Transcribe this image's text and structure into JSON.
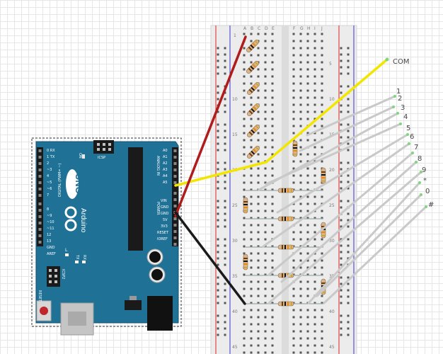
{
  "breadboard": {
    "row_numbers": [
      "1",
      "5",
      "10",
      "15",
      "20",
      "25",
      "30",
      "35",
      "40",
      "45"
    ],
    "col_letters_left": [
      "A",
      "B",
      "C",
      "D",
      "E"
    ],
    "col_letters_right": [
      "F",
      "G",
      "H",
      "I",
      "J"
    ]
  },
  "arduino": {
    "logo_text": "UNO",
    "brand_text": "Arduino",
    "reset_text": "RESET",
    "icsp_text": "ICSP",
    "icsp2_text": "ICSP2",
    "on_text": "ON",
    "tx_text": "TX",
    "rx_text": "RX",
    "l_text": "L",
    "digital_text": "DIGITAL (PWM= ~)",
    "analog_text": "ANALOG IN",
    "power_text": "POWER",
    "aref_text": "AREF",
    "gnd_text": "GND",
    "digital_pins": [
      "0 RX",
      "1 TX",
      "2",
      "~3",
      "4",
      "~5",
      "~6",
      "7",
      "8",
      "~9",
      "~10",
      "~11",
      "12",
      "13"
    ],
    "power_pins": [
      "IOREF",
      "RESET",
      "3V3",
      "5V",
      "GND",
      "GND",
      "VIN"
    ],
    "analog_pins": [
      "A0",
      "A1",
      "A2",
      "A3",
      "A4",
      "A5"
    ]
  },
  "labels": {
    "com": "COM",
    "keys": [
      "1",
      "2",
      "3",
      "4",
      "5",
      "6",
      "7",
      "8",
      "9",
      "*",
      "0",
      "#"
    ]
  },
  "colors": {
    "wire_red": "#b01c1c",
    "wire_black": "#1a1a1a",
    "wire_yellow": "#f2e600",
    "wire_grey": "#c9c9c9",
    "board_blue": "#1f7196",
    "breadboard": "#ececec"
  }
}
